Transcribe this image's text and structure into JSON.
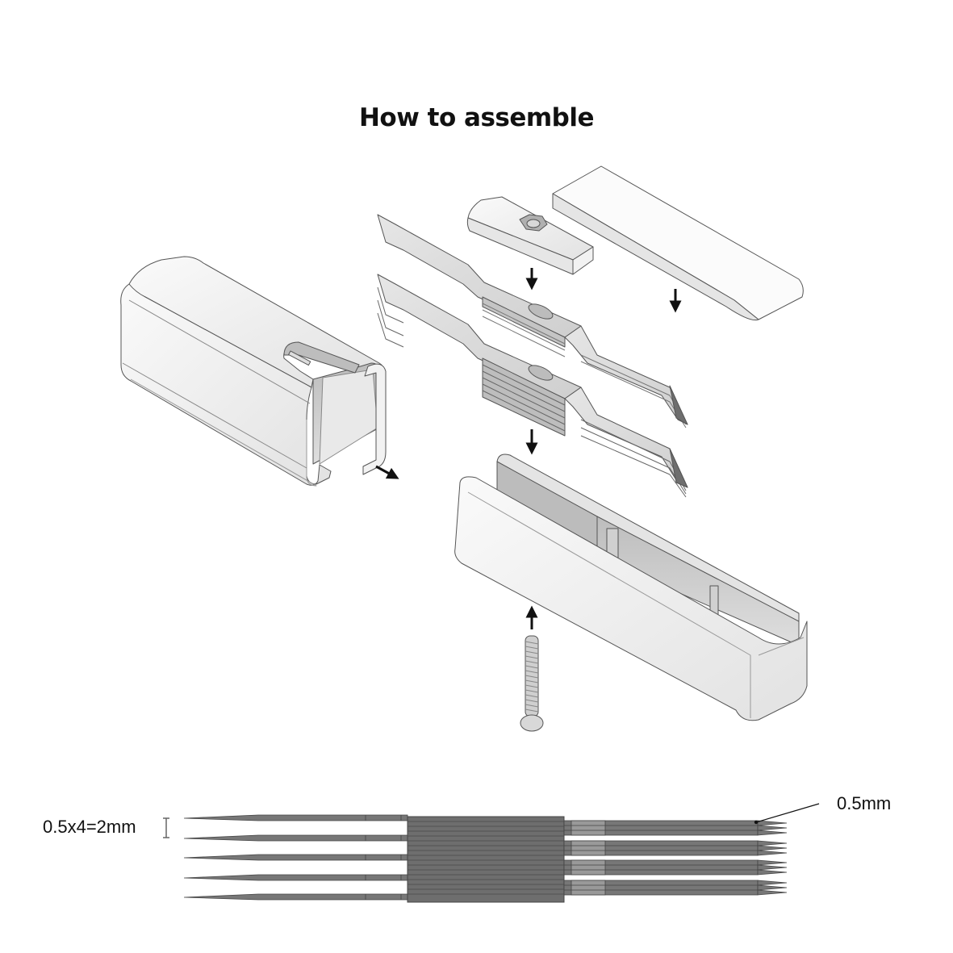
{
  "title": "How to assemble",
  "parts": [
    {
      "id": "c-channel-sleeve",
      "name": "C-channel sleeve"
    },
    {
      "id": "nut-clamp-block",
      "name": "Clamp block with hex nut"
    },
    {
      "id": "top-cover-plate",
      "name": "Top cover plate"
    },
    {
      "id": "blade-stack-upper",
      "name": "Upper blade stack"
    },
    {
      "id": "blade-stack-lower",
      "name": "Lower blade stack"
    },
    {
      "id": "base-housing",
      "name": "Base housing"
    },
    {
      "id": "machine-screw",
      "name": "Machine screw"
    }
  ],
  "arrows": [
    {
      "id": "arrow-clamp-down",
      "direction": "down"
    },
    {
      "id": "arrow-cover-down",
      "direction": "down"
    },
    {
      "id": "arrow-blades-down",
      "direction": "down"
    },
    {
      "id": "arrow-sleeve-slide",
      "direction": "down-right"
    },
    {
      "id": "arrow-screw-up",
      "direction": "up"
    }
  ],
  "dimensions": {
    "stack_thickness": "0.5x4=2mm",
    "blade_thickness": "0.5mm"
  },
  "blade_diagram": {
    "left_blades": 5,
    "right_groups": 4,
    "blades_per_right_group": 3
  },
  "colors": {
    "background": "#ffffff",
    "outline": "#4a4a4a",
    "part_light": "#f4f4f4",
    "part_shade": "#d9d9d9",
    "blade_dark": "#6e6e6e",
    "blade_mid": "#8c8c8c",
    "arrow": "#111111"
  }
}
